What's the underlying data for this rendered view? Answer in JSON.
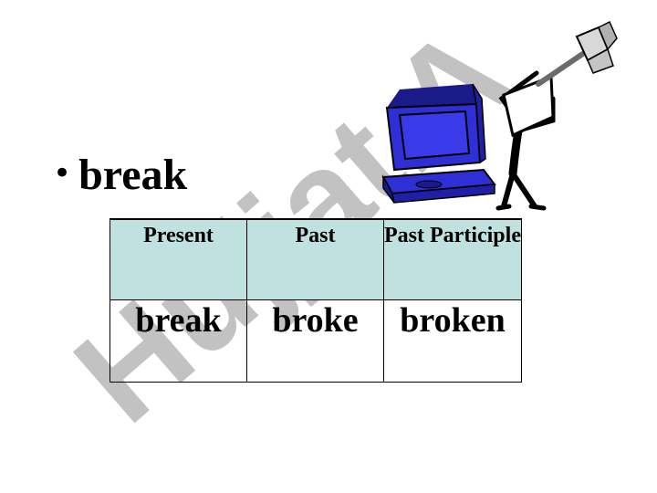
{
  "slide": {
    "bullet_text": "break",
    "watermark_text": "Hujjat.A"
  },
  "table": {
    "headers": [
      "Present",
      "Past",
      "Past Participle"
    ],
    "rows": [
      [
        "break",
        "broke",
        "broken"
      ]
    ]
  },
  "clipart": {
    "icon": "man-smashing-computer-with-sledgehammer-icon",
    "computer_color": "#2f2fd6",
    "figure_color": "#000000"
  },
  "colors": {
    "header_bg": "#bfe1e0",
    "watermark": "#c2c2c2",
    "watermark_accent": "#e6c7ee"
  }
}
